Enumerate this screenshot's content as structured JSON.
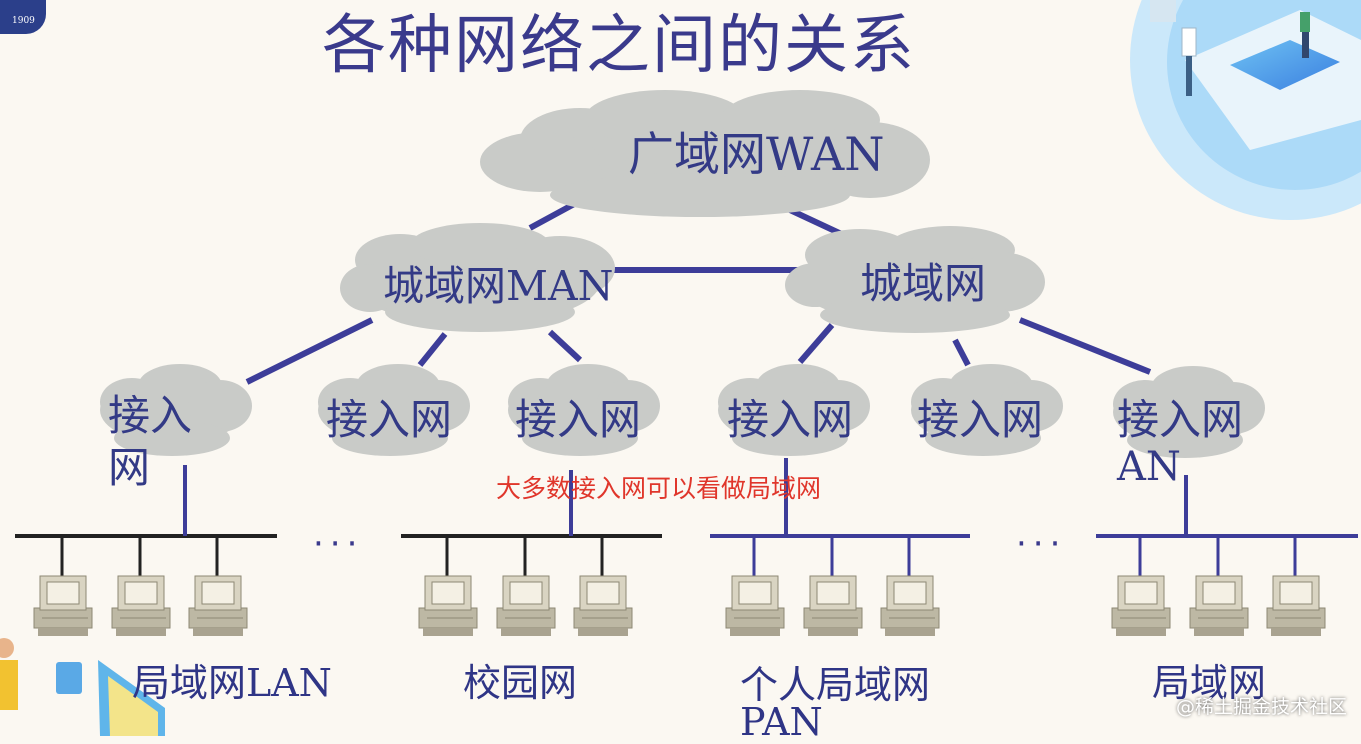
{
  "title": "各种网络之间的关系",
  "logo": {
    "year": "1909"
  },
  "clouds": {
    "wan": "广域网WAN",
    "man_left": "城域网MAN",
    "man_right": "城域网",
    "access": [
      "接入网",
      "接入网",
      "接入网",
      "接入网",
      "接入网",
      "接入网"
    ],
    "access_last_suffix": "AN"
  },
  "lans": {
    "lan1": "局域网LAN",
    "lan2": "校园网",
    "lan3_line1": "个人局域网",
    "lan3_line2": "PAN",
    "lan4": "局域网"
  },
  "ellipsis": "···",
  "note": "大多数接入网可以看做局域网",
  "watermark": "@稀土掘金技术社区",
  "colors": {
    "title": "#3a3a8c",
    "lines": "#3d3d99",
    "cloud": "#c9cbc8",
    "note": "#e0362b",
    "background": "#fbf8f2"
  }
}
